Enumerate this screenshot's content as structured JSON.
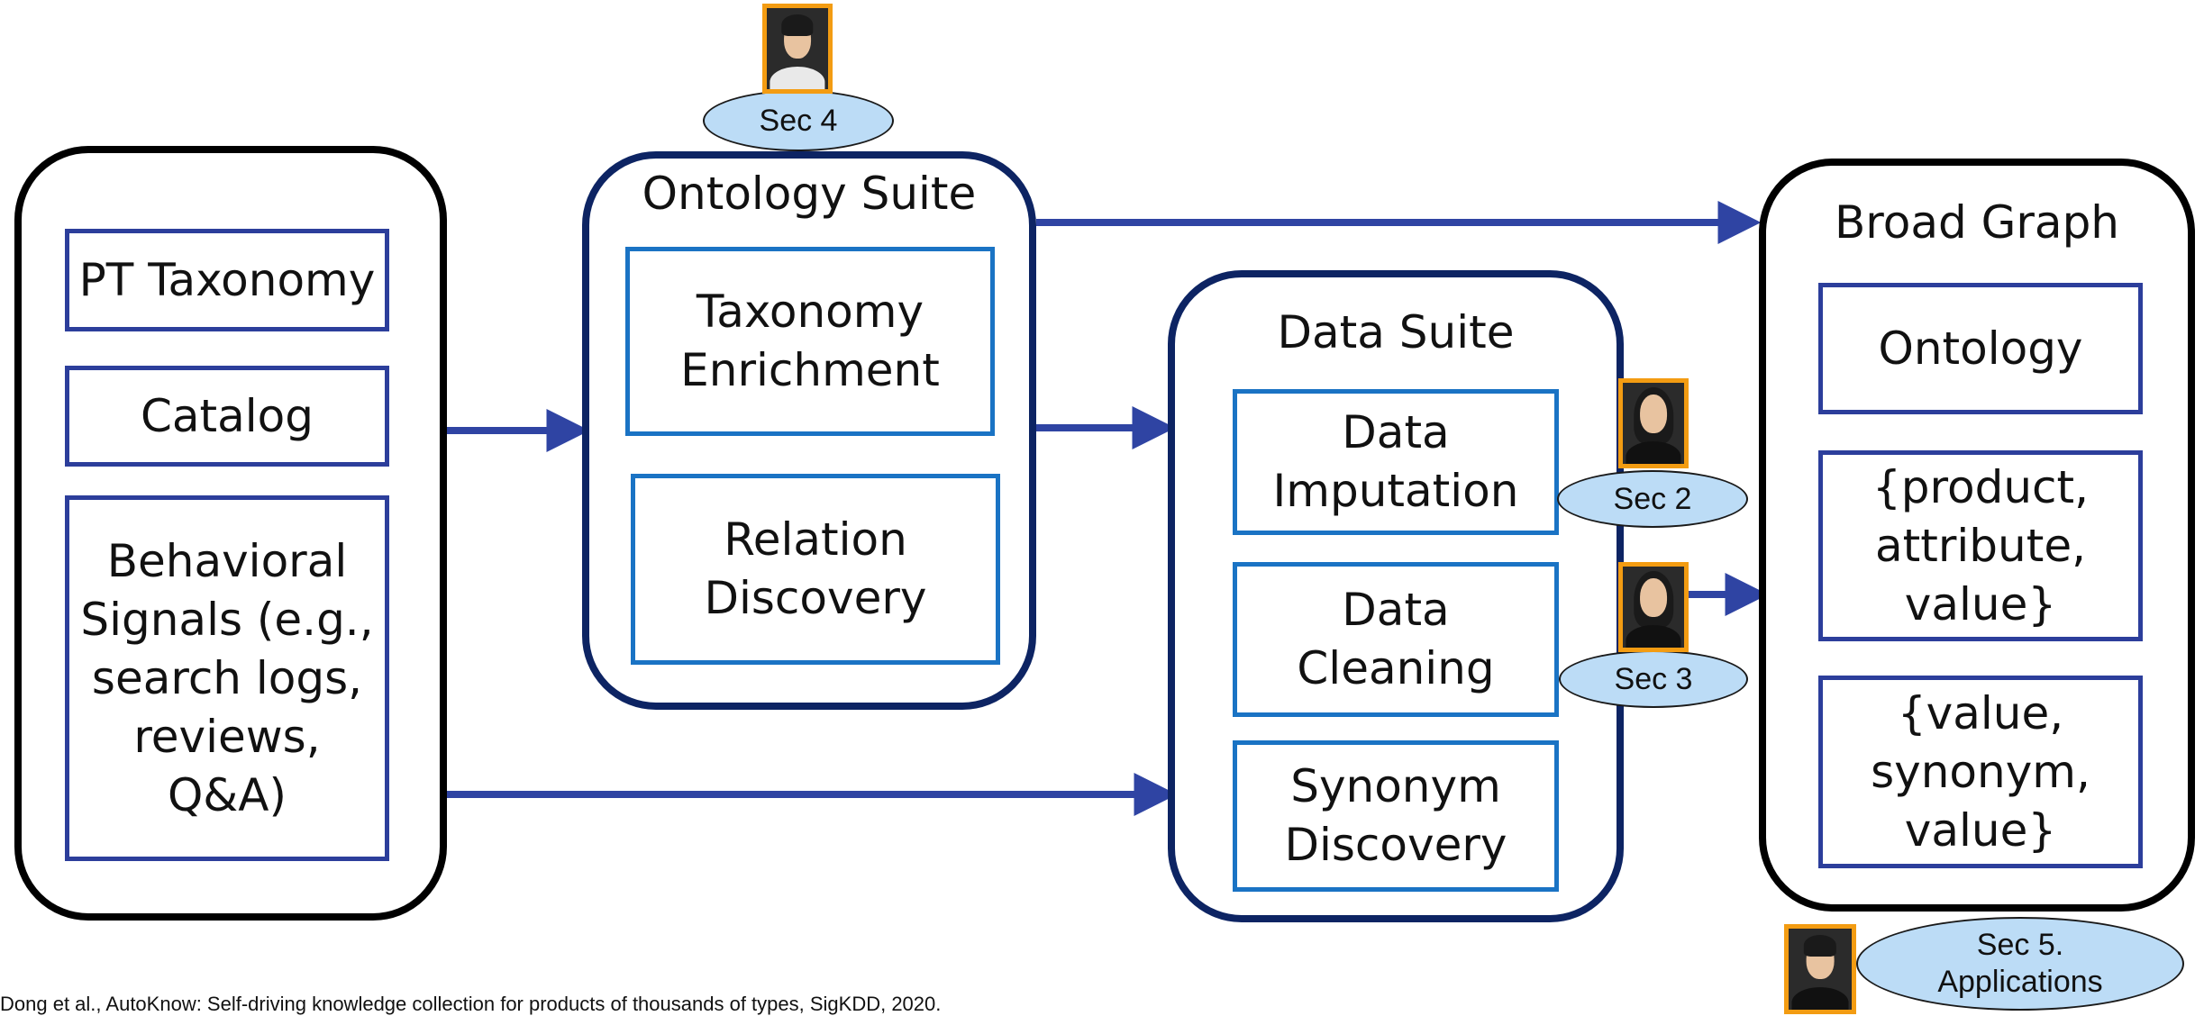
{
  "colors": {
    "group_border_black": "#000000",
    "group_border_navy": "#0d2463",
    "box_border_navy": "#2c3e9b",
    "box_border_teal": "#1a73c4",
    "arrow": "#2f44a3",
    "badge_fill": "#bcdcf6",
    "avatar_frame": "#f39c12"
  },
  "inputs": {
    "items": [
      "PT Taxonomy",
      "Catalog",
      "Behavioral\nSignals (e.g.,\nsearch logs,\nreviews,\nQ&A)"
    ]
  },
  "ontology_suite": {
    "title": "Ontology Suite",
    "items": [
      "Taxonomy\nEnrichment",
      "Relation\nDiscovery"
    ],
    "badge": "Sec 4"
  },
  "data_suite": {
    "title": "Data Suite",
    "items": [
      "Data\nImputation",
      "Data\nCleaning",
      "Synonym\nDiscovery"
    ],
    "badges": [
      "Sec 2",
      "Sec 3"
    ]
  },
  "broad_graph": {
    "title": "Broad Graph",
    "items": [
      "Ontology",
      "{product,\nattribute,\nvalue}",
      "{value,\nsynonym,\nvalue}"
    ],
    "badge": "Sec 5.\nApplications"
  },
  "avatars": [
    "person-photo",
    "person-photo",
    "person-photo",
    "person-photo"
  ],
  "footnote": "Dong et al., AutoKnow: Self-driving knowledge collection for products of thousands of types, SigKDD, 2020."
}
